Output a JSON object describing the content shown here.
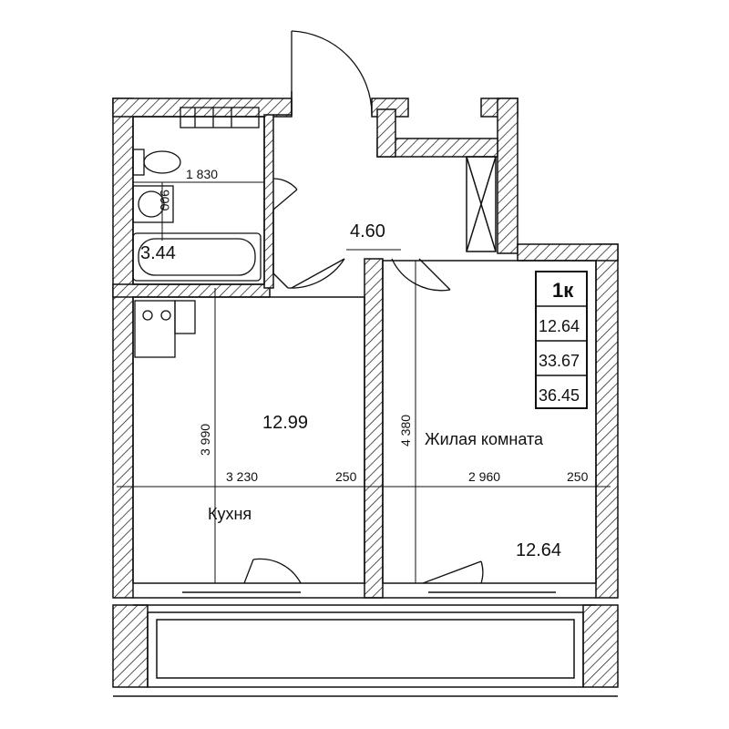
{
  "apartment_type": "1к",
  "areas": {
    "living": "12.64",
    "total": "33.67",
    "total_with_balcony": "36.45"
  },
  "rooms": {
    "bathroom": {
      "area": "3.44"
    },
    "hallway": {
      "area": "4.60"
    },
    "kitchen": {
      "area": "12.99",
      "name": "Кухня"
    },
    "living_room": {
      "area": "12.64",
      "name": "Жилая комната"
    }
  },
  "dimensions": {
    "bath_width": "1 830",
    "bath_depth": "900",
    "kitchen_height": "3 990",
    "kitchen_width": "3 230",
    "wall_1": "250",
    "living_height": "4 380",
    "living_width": "2 960",
    "wall_2": "250"
  },
  "colors": {
    "line": "#111111",
    "background": "#ffffff"
  }
}
